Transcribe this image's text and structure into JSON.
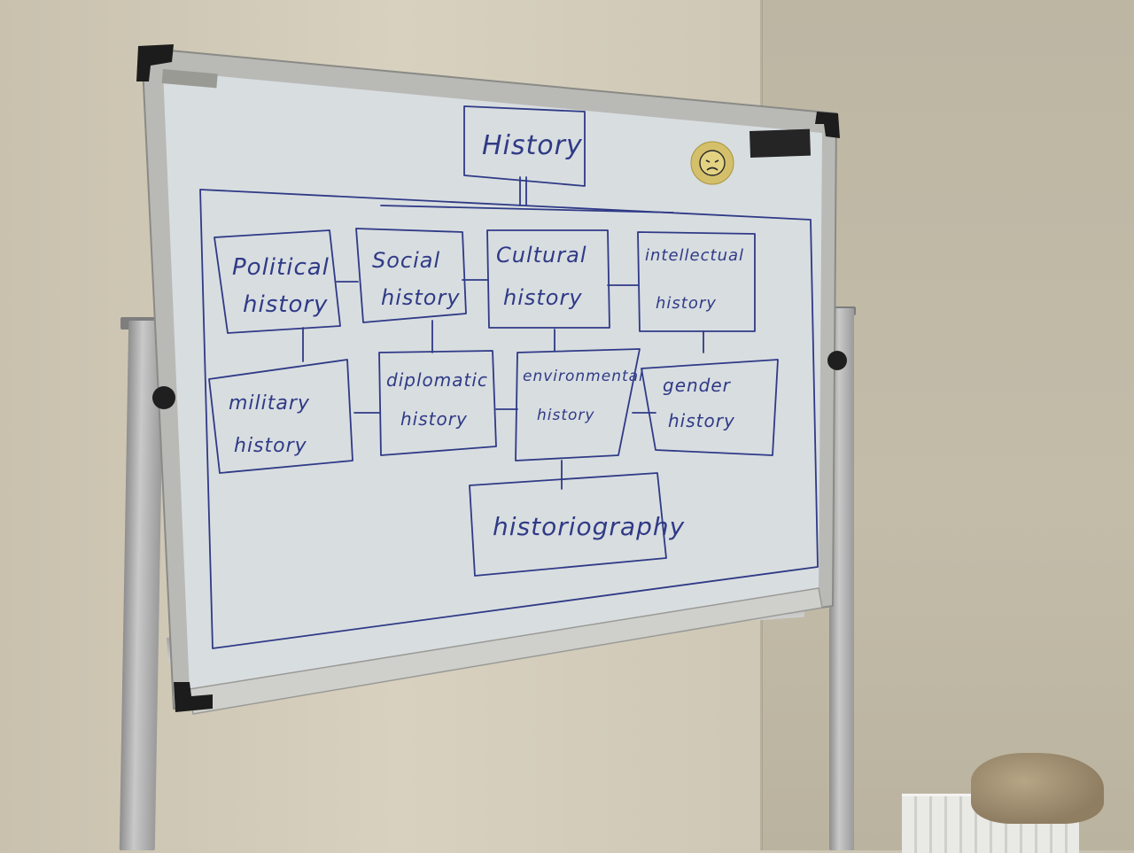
{
  "diagram": {
    "root": "History",
    "row1": [
      "Political\nhistory",
      "Social\nhistory",
      "Cultural\nhistory",
      "intellectual\nhistory"
    ],
    "row2": [
      "military\nhistory",
      "diplomatic\nhistory",
      "environmental\nhistory",
      "gender\nhistory"
    ],
    "bottom": "historiography"
  },
  "colors": {
    "ink": "#2f3a86",
    "board": "#d8dde0",
    "frame": "#b9b9b6",
    "wall": "#d8d1bf"
  },
  "objects": {
    "magnet": "angry-face-magnet",
    "eraser": "black-eraser",
    "stand": "metal-easel-stand",
    "radiator": "wall-radiator"
  }
}
